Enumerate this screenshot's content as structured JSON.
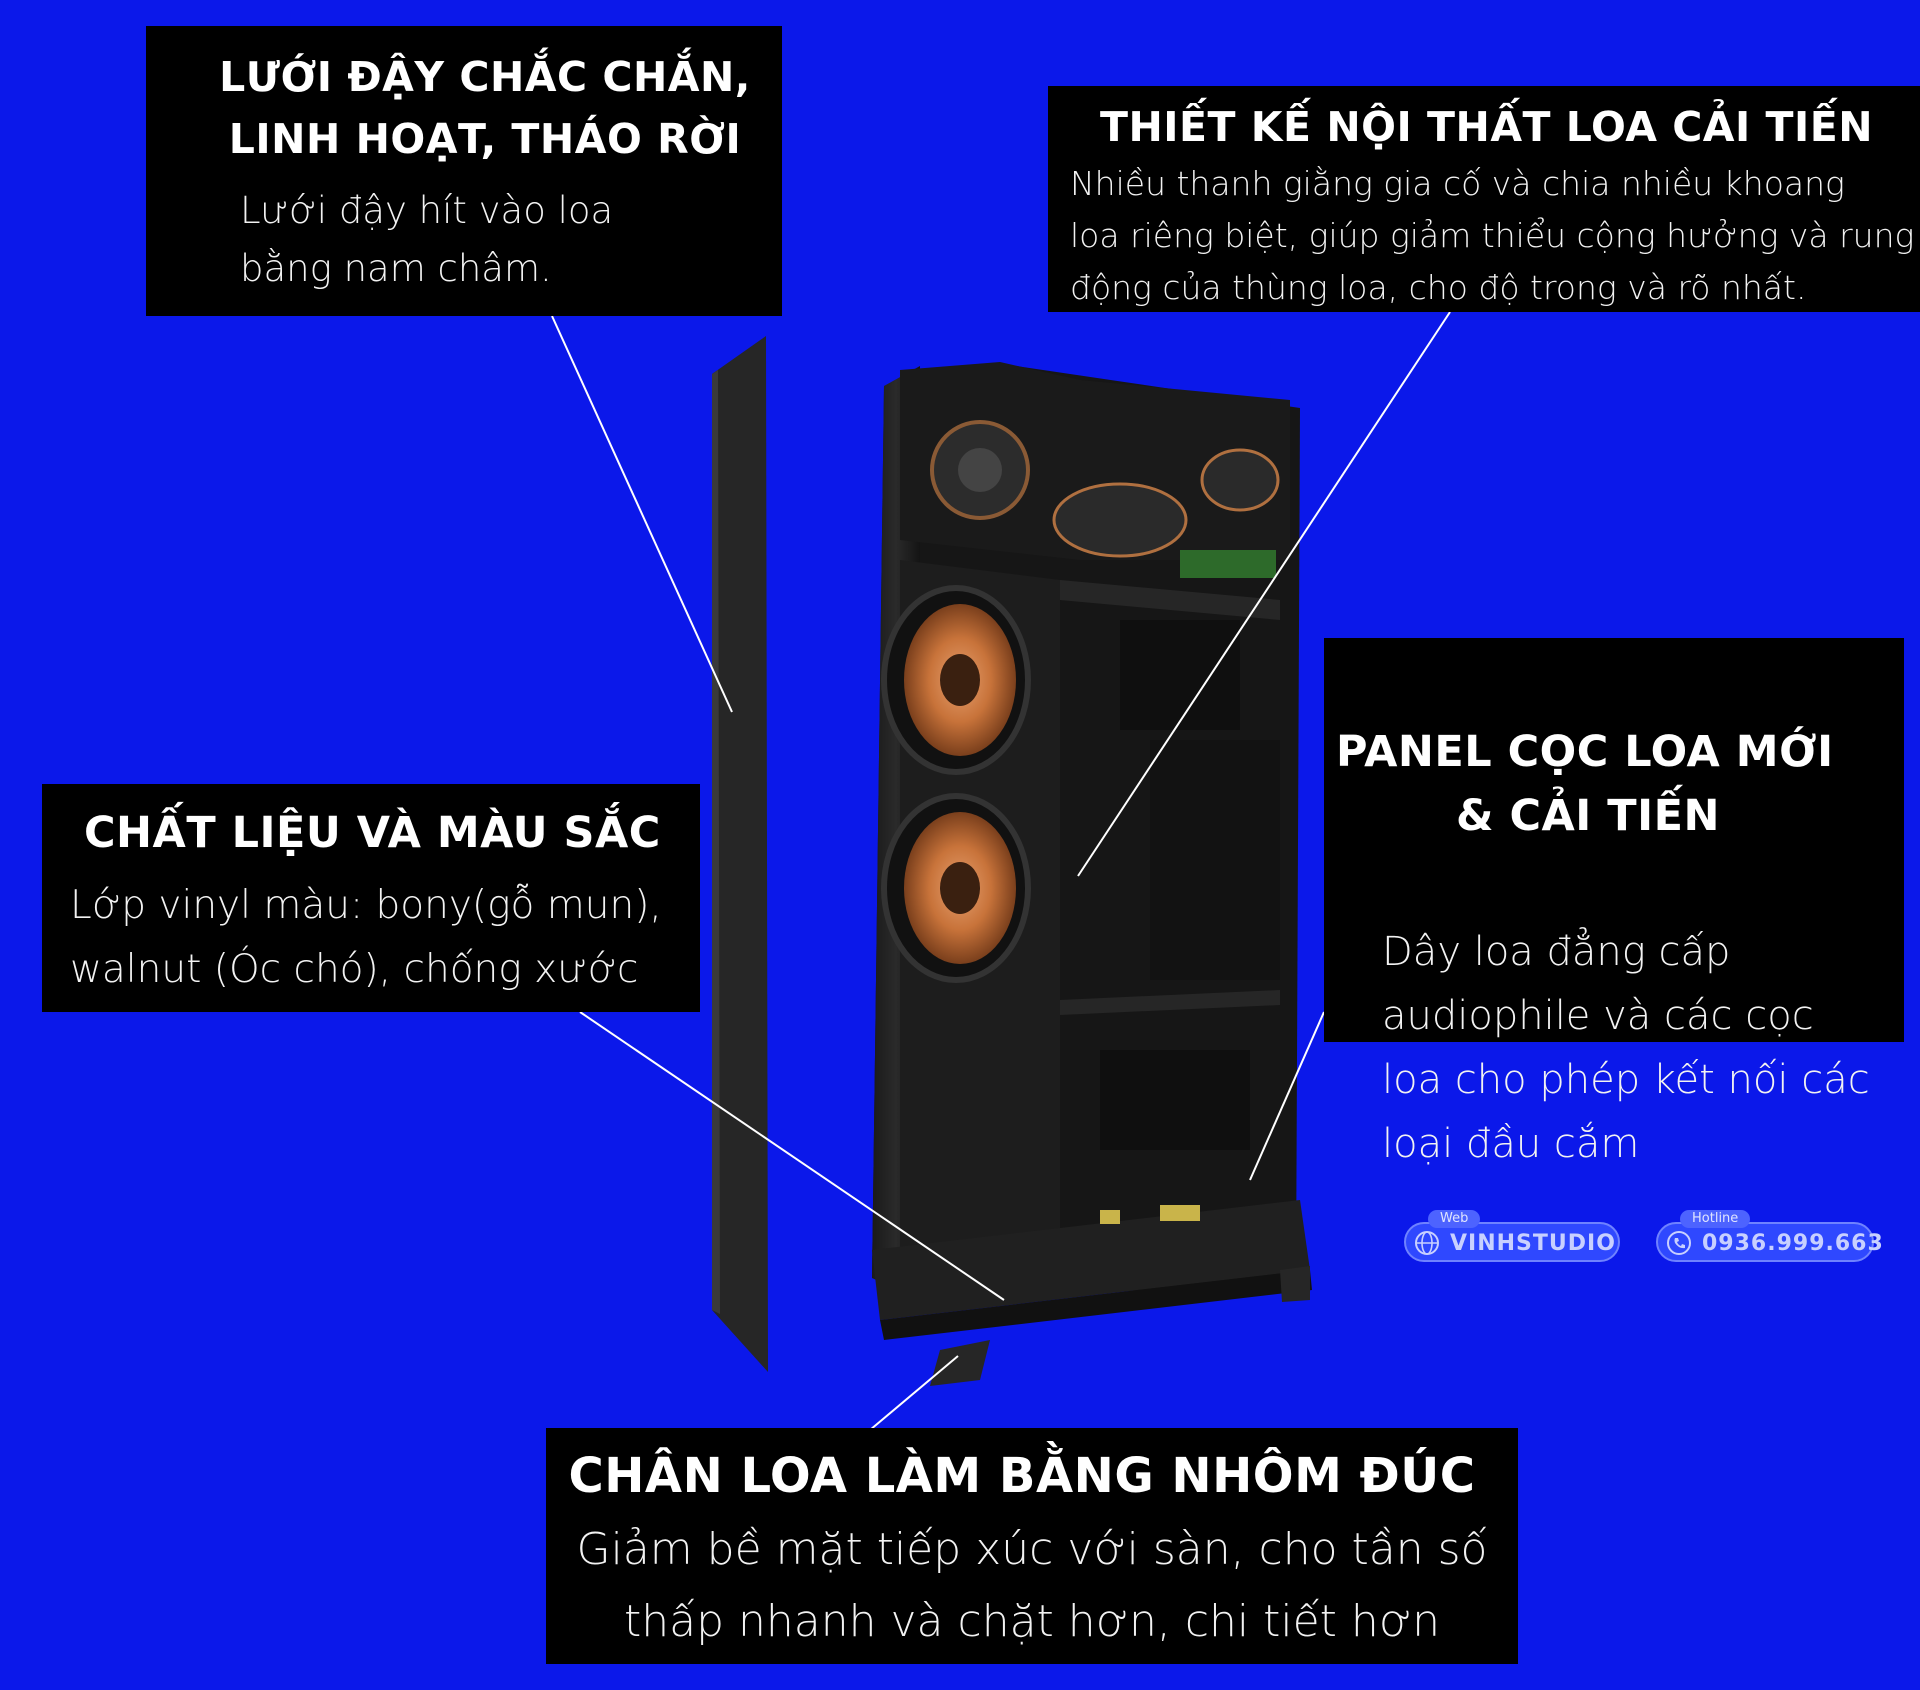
{
  "callouts": {
    "grille": {
      "title": "LƯỚI ĐẬY CHẮC CHẮN,\nLINH HOẠT, THÁO RỜI",
      "text": "Lưới đậy hít vào loa\nbằng nam châm."
    },
    "interior": {
      "title": "THIẾT KẾ NỘI THẤT LOA CẢI TIẾN",
      "text": "Nhiều thanh giằng gia cố và chia nhiều khoang\nloa riêng biệt, giúp giảm thiểu cộng hưởng và rung\nđộng của thùng loa, cho độ trong và rõ nhất."
    },
    "panel": {
      "title_line1": "PANEL CỌC LOA MỚI",
      "title_line2": "& CẢI TIẾN",
      "text": "Dây loa đẳng cấp\naudiophile và các cọc\nloa cho phép kết nối các\nloại đầu cắm"
    },
    "material": {
      "title": "CHẤT LIỆU VÀ MÀU SẮC",
      "text": "Lớp vinyl màu: bony(gỗ mun),\nwalnut (Óc chó), chống xước"
    },
    "feet": {
      "title": "CHÂN LOA LÀM BẰNG  NHÔM ĐÚC",
      "text": "Giảm bề mặt tiếp xúc với sàn, cho tần số\nthấp nhanh và chặt hơn, chi tiết hơn"
    }
  },
  "badges": {
    "web": {
      "tag": "Web",
      "value": "VINHSTUDIO",
      "icon": "globe-icon"
    },
    "hotline": {
      "tag": "Hotline",
      "value": "0936.999.663",
      "icon": "phone-icon"
    }
  },
  "colors": {
    "background": "#0b18ea",
    "callout_bg": "#000000",
    "callout_text": "#ffffff",
    "copper_driver": "#c8733a"
  }
}
